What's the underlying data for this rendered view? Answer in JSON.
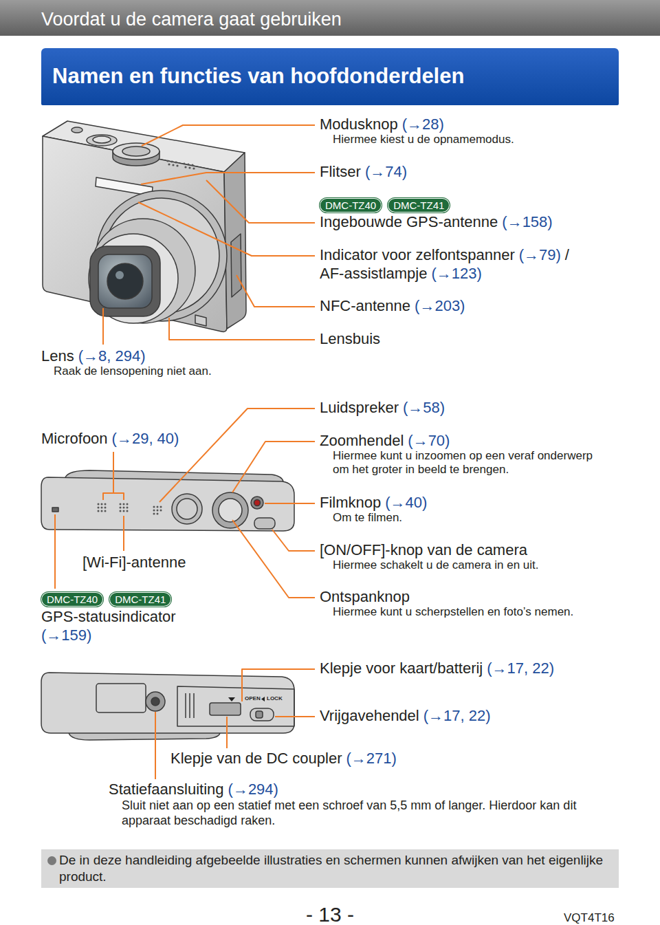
{
  "diagram": {
    "title": "Namen en functies van hoofdonderdelen",
    "nodes": [
      {
        "text": [
          "Voordat u de camera gaat gebruiken"
        ]
      },
      {
        "text": [
          "DMC-TZ40"
        ]
      },
      {
        "text": [
          "DMC-TZ41"
        ]
      },
      {
        "text": [
          "DMC-TZ40"
        ]
      },
      {
        "text": [
          "DMC-TZ41"
        ]
      },
      {
        "text": [
          "De in deze handleiding afgebeelde illustraties en schermen kunnen afwijken van het eigenlijke product."
        ]
      }
    ],
    "labels": [
      "Modusknop",
      "(→28)",
      "Hiermee kiest u de opnamemodus.",
      "Flitser",
      "(→74)",
      "Ingebouwde GPS-antenne",
      "(→158)",
      "Indicator voor zelfontspanner",
      "(→79)",
      "/",
      "AF-assistlampje",
      "(→123)",
      "NFC-antenne",
      "(→203)",
      "Lensbuis",
      "Lens",
      "(→8, 294)",
      "Raak de lensopening niet aan.",
      "Luidspreker",
      "(→58)",
      "Microfoon",
      "(→29, 40)",
      "Zoomhendel",
      "(→70)",
      "Hiermee kunt u inzoomen op een veraf onderwerp om het groter in beeld te brengen.",
      "Filmknop",
      "(→40)",
      "Om te filmen.",
      "[ON/OFF]-knop van de camera",
      "Hiermee schakelt u de camera in en uit.",
      "[Wi-Fi]-antenne",
      "GPS-statusindicator",
      "(→159)",
      "Ontspanknop",
      "Hiermee kunt u scherpstellen en foto’s nemen.",
      "Klepje voor kaart/batterij",
      "(→17, 22)",
      "Vrijgavehendel",
      "(→17, 22)",
      "Klepje van de DC coupler",
      "(→271)",
      "Statiefaansluiting",
      "(→294)",
      "Sluit niet aan op een statief met een schroef van 5,5 mm of langer. Hierdoor kan dit apparaat beschadigd raken.",
      "OPEN",
      "LOCK",
      "- 13 -",
      "VQT4T16"
    ]
  }
}
